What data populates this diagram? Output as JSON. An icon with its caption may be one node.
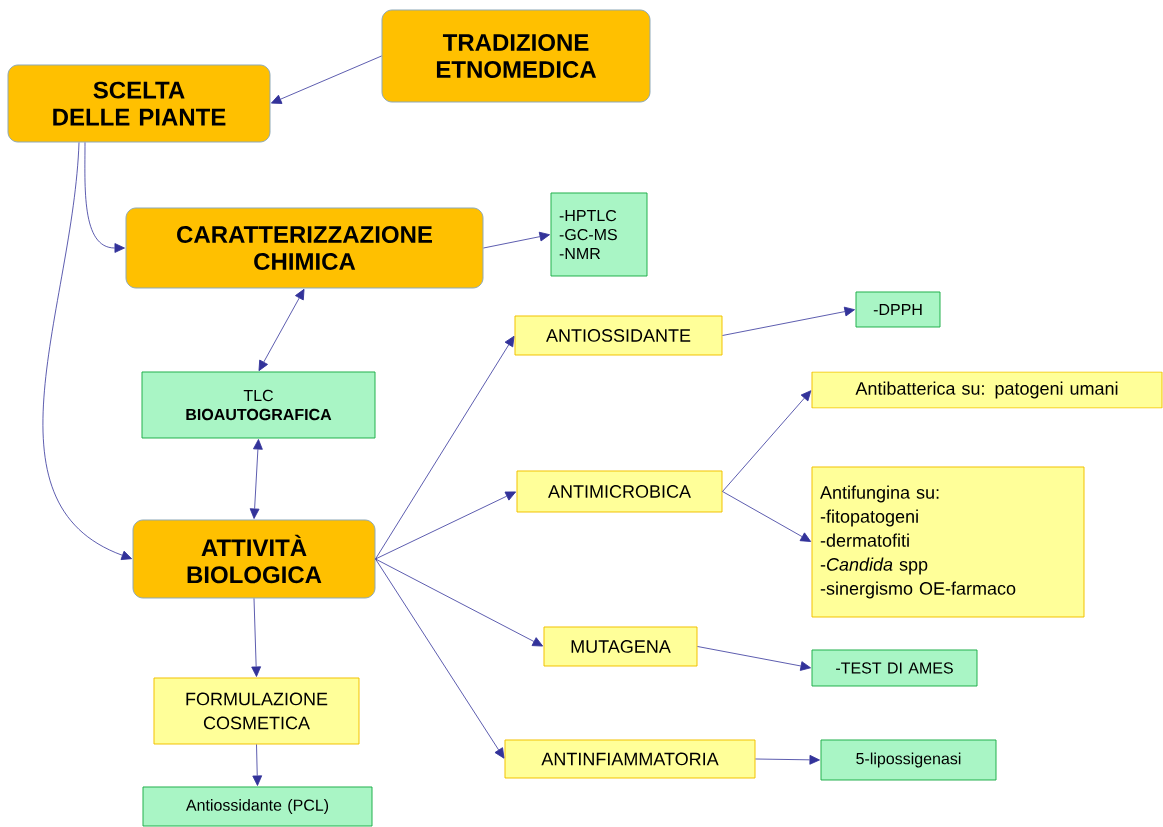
{
  "diagram": {
    "nodes": [
      {
        "text": [
          "TRADIZIONE ETNOMEDICA"
        ]
      },
      {
        "text": [
          "SCELTA DELLE PIANTE"
        ]
      },
      {
        "text": [
          "CARATTERIZZAZIONE CHIMICA"
        ]
      },
      {
        "text": [
          "-HPTLC",
          "-GC-MS",
          "-NMR"
        ]
      },
      {
        "text": [
          "TLC",
          "BIOAUTOGRAFICA"
        ]
      },
      {
        "text": [
          "ATTIVITÀ BIOLOGICA"
        ]
      },
      {
        "text": [
          "ANTIOSSIDANTE"
        ]
      },
      {
        "text": [
          "-DPPH"
        ]
      },
      {
        "text": [
          "Antibatterica su: patogeni umani"
        ]
      },
      {
        "text": [
          "ANTIMICROBICA"
        ]
      },
      {
        "text": [
          "Antifungina su:",
          "-fitopatogeni",
          "-dermatofiti",
          "-*Candida* spp",
          "-sinergismo OE-farmaco"
        ]
      },
      {
        "text": [
          "MUTAGENA"
        ]
      },
      {
        "text": [
          "-TEST DI AMES"
        ]
      },
      {
        "text": [
          "ANTINFIAMMATORIA"
        ]
      },
      {
        "text": [
          "5-lipossigenasi"
        ]
      },
      {
        "text": [
          "FORMULAZIONE COSMETICA"
        ]
      },
      {
        "text": [
          "Antiossidante (PCL)"
        ]
      }
    ],
    "edges": [
      {
        "from": 0,
        "to": 1,
        "arrow": "to"
      },
      {
        "from": 1,
        "to": 2,
        "arrow": "to"
      },
      {
        "from": 1,
        "to": 5,
        "arrow": "to"
      },
      {
        "from": 2,
        "to": 3,
        "arrow": "to"
      },
      {
        "from": 2,
        "to": 4,
        "arrow": "both"
      },
      {
        "from": 4,
        "to": 5,
        "arrow": "both"
      },
      {
        "from": 5,
        "to": 6,
        "arrow": "to"
      },
      {
        "from": 5,
        "to": 9,
        "arrow": "to"
      },
      {
        "from": 5,
        "to": 11,
        "arrow": "to"
      },
      {
        "from": 5,
        "to": 13,
        "arrow": "to"
      },
      {
        "from": 5,
        "to": 15,
        "arrow": "to"
      },
      {
        "from": 6,
        "to": 7,
        "arrow": "to"
      },
      {
        "from": 9,
        "to": 8,
        "arrow": "to"
      },
      {
        "from": 9,
        "to": 10,
        "arrow": "to"
      },
      {
        "from": 11,
        "to": 12,
        "arrow": "to"
      },
      {
        "from": 13,
        "to": 14,
        "arrow": "to"
      },
      {
        "from": 15,
        "to": 16,
        "arrow": "to"
      }
    ]
  }
}
